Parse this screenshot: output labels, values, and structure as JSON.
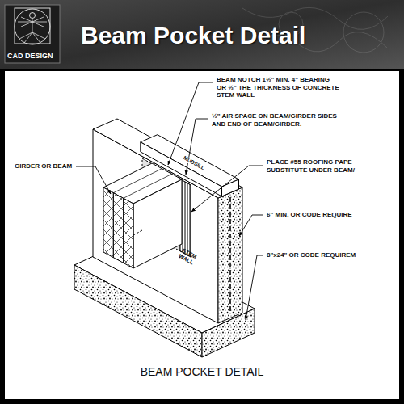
{
  "diagram": {
    "title": "Beam Pocket Detail",
    "caption": "BEAM POCKET DETAIL",
    "labels": [
      "CAD DESIGN",
      "BEAM NOTCH 1½\" MIN. 4\" BEARING OR ½\" THE THICKNESS OF CONCRETE STEM WALL",
      "MUDSILL",
      "½\" AIR SPACE ON BEAM/GIRDER SIDES AND END OF BEAM/GIRDER.",
      "GIRDER OR BEAM",
      "PLACE #55 ROOFING PAPE SUBSTITUTE UNDER BEAM/",
      "6\" MIN. OR CODE REQUIRE",
      "8\"x24\" OR CODE REQUIREM",
      "STEM WALL"
    ]
  }
}
